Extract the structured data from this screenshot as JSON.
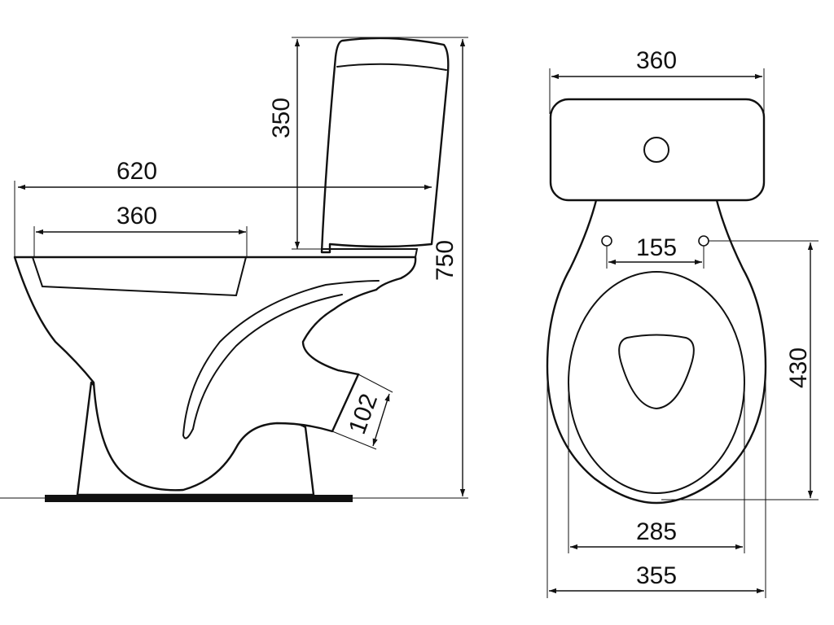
{
  "side_view": {
    "overall_length": "620",
    "bowl_length": "360",
    "tank_height": "350",
    "total_height": "750",
    "outlet_diameter": "102"
  },
  "top_view": {
    "tank_width": "360",
    "seat_hole_spacing": "155",
    "hole_to_front": "430",
    "inner_width": "285",
    "bowl_width": "355"
  },
  "colors": {
    "line": "#111111",
    "background": "#ffffff"
  }
}
